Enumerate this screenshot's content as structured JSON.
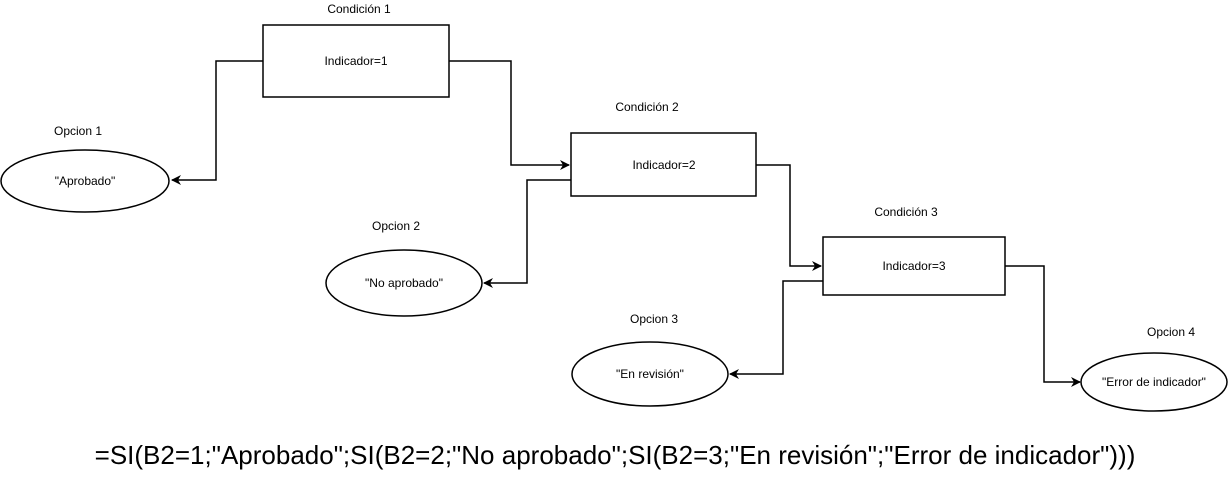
{
  "conditions": [
    {
      "title": "Condición 1",
      "text": "Indicador=1"
    },
    {
      "title": "Condición 2",
      "text": "Indicador=2"
    },
    {
      "title": "Condición 3",
      "text": "Indicador=3"
    }
  ],
  "options": [
    {
      "title": "Opcion 1",
      "text": "\"Aprobado\""
    },
    {
      "title": "Opcion 2",
      "text": "\"No aprobado\""
    },
    {
      "title": "Opcion 3",
      "text": "\"En revisión\""
    },
    {
      "title": "Opcion 4",
      "text": "\"Error de indicador\""
    }
  ],
  "formula": "=SI(B2=1;\"Aprobado\";SI(B2=2;\"No aprobado\";SI(B2=3;\"En revisión\";\"Error de indicador\")))"
}
